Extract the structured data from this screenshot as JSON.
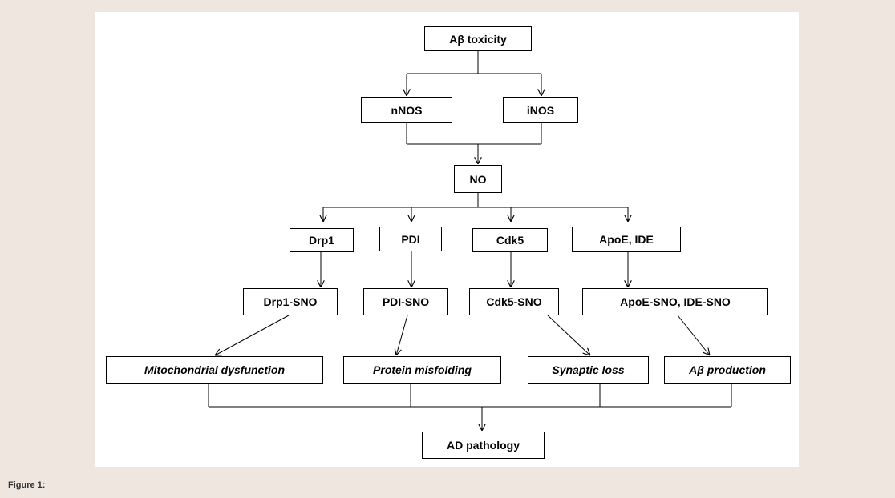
{
  "caption": "Figure 1:",
  "nodes": {
    "ab_toxicity": "Aβ toxicity",
    "nnos": "nNOS",
    "inos": "iNOS",
    "no": "NO",
    "drp1": "Drp1",
    "pdi": "PDI",
    "cdk5": "Cdk5",
    "apoe_ide": "ApoE, IDE",
    "drp1_sno": "Drp1-SNO",
    "pdi_sno": "PDI-SNO",
    "cdk5_sno": "Cdk5-SNO",
    "apoe_ide_sno": "ApoE-SNO, IDE-SNO",
    "mito": "Mitochondrial dysfunction",
    "misfolding": "Protein misfolding",
    "synaptic": "Synaptic loss",
    "ab_production": "Aβ production",
    "ad_pathology": "AD pathology"
  }
}
